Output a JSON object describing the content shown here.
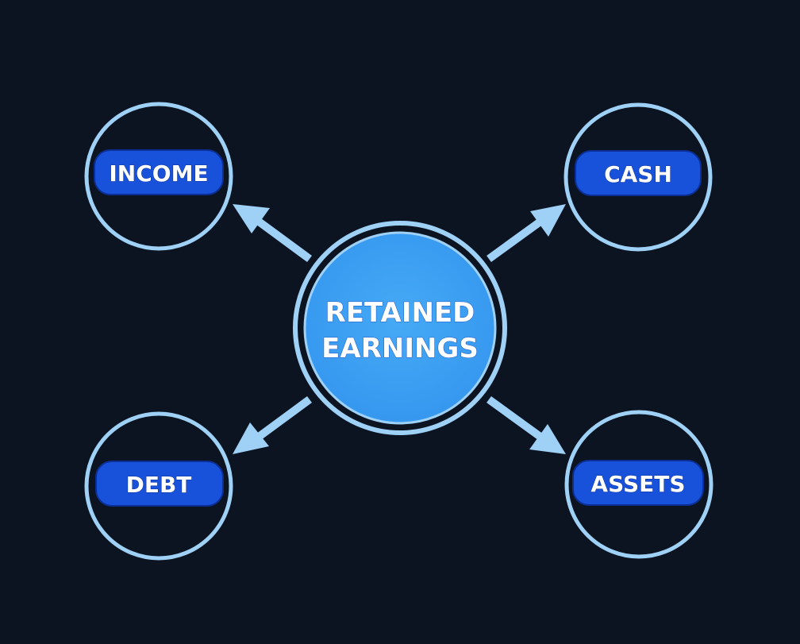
{
  "center": {
    "line1": "RETAINED",
    "line2": "EARNINGS"
  },
  "nodes": {
    "income": "INCOME",
    "cash": "CASH",
    "debt": "DEBT",
    "assets": "ASSETS"
  },
  "colors": {
    "background": "#0b1420",
    "ring": "#9fd1f7",
    "center_fill": "#3ea2f4",
    "pill_fill": "#1852db",
    "arrow": "#9fd1f7",
    "text": "#ffffff"
  }
}
